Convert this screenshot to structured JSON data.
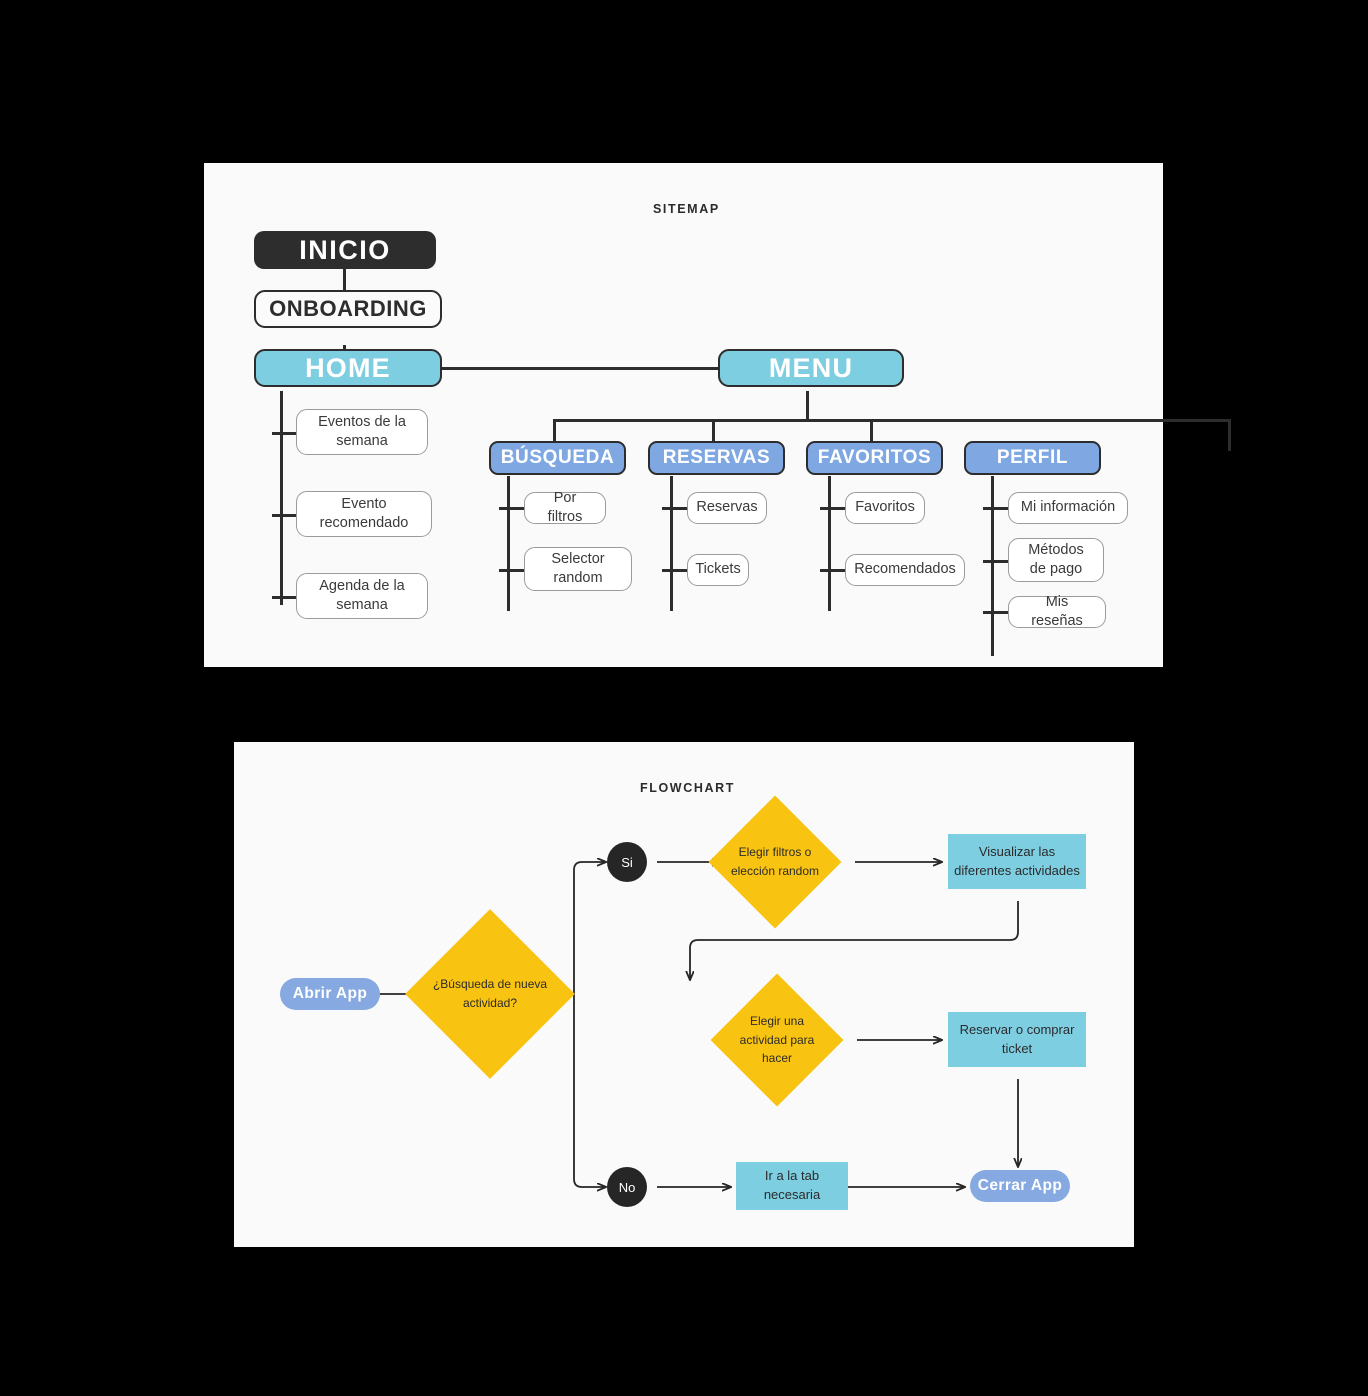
{
  "sitemap": {
    "title": "SITEMAP",
    "root": {
      "label": "INICIO"
    },
    "onboarding": {
      "label": "ONBOARDING"
    },
    "home": {
      "label": "HOME",
      "children": [
        {
          "label": "Eventos de la semana"
        },
        {
          "label": "Evento recomendado"
        },
        {
          "label": "Agenda de la semana"
        }
      ]
    },
    "menu": {
      "label": "MENU",
      "sections": [
        {
          "label": "BÚSQUEDA",
          "children": [
            {
              "label": "Por filtros"
            },
            {
              "label": "Selector random"
            }
          ]
        },
        {
          "label": "RESERVAS",
          "children": [
            {
              "label": "Reservas"
            },
            {
              "label": "Tickets"
            }
          ]
        },
        {
          "label": "FAVORITOS",
          "children": [
            {
              "label": "Favoritos"
            },
            {
              "label": "Recomendados"
            }
          ]
        },
        {
          "label": "PERFIL",
          "children": [
            {
              "label": "Mi información"
            },
            {
              "label": "Métodos de pago"
            },
            {
              "label": "Mis reseñas"
            }
          ]
        }
      ]
    }
  },
  "flowchart": {
    "title": "FLOWCHART",
    "nodes": {
      "start": {
        "label": "Abrir App"
      },
      "decision_search": {
        "label": "¿Búsqueda de nueva actividad?"
      },
      "yes": {
        "label": "Si"
      },
      "no": {
        "label": "No"
      },
      "filters": {
        "label": "Elegir filtros o elección random"
      },
      "visualize": {
        "label": "Visualizar las diferentes actividades"
      },
      "choose_activity": {
        "label": "Elegir una actividad para hacer"
      },
      "reserve": {
        "label": "Reservar o comprar ticket"
      },
      "go_tab": {
        "label": "Ir a la tab necesaria"
      },
      "close": {
        "label": "Cerrar App"
      }
    }
  },
  "colors": {
    "canvas": "#fafafa",
    "page_background": "#000000",
    "dark": "#2d2d2d",
    "cyan": "#7ecee2",
    "blue": "#7fa8e3",
    "yellow": "#f9c311",
    "leaf_border": "#9b9b9b"
  }
}
